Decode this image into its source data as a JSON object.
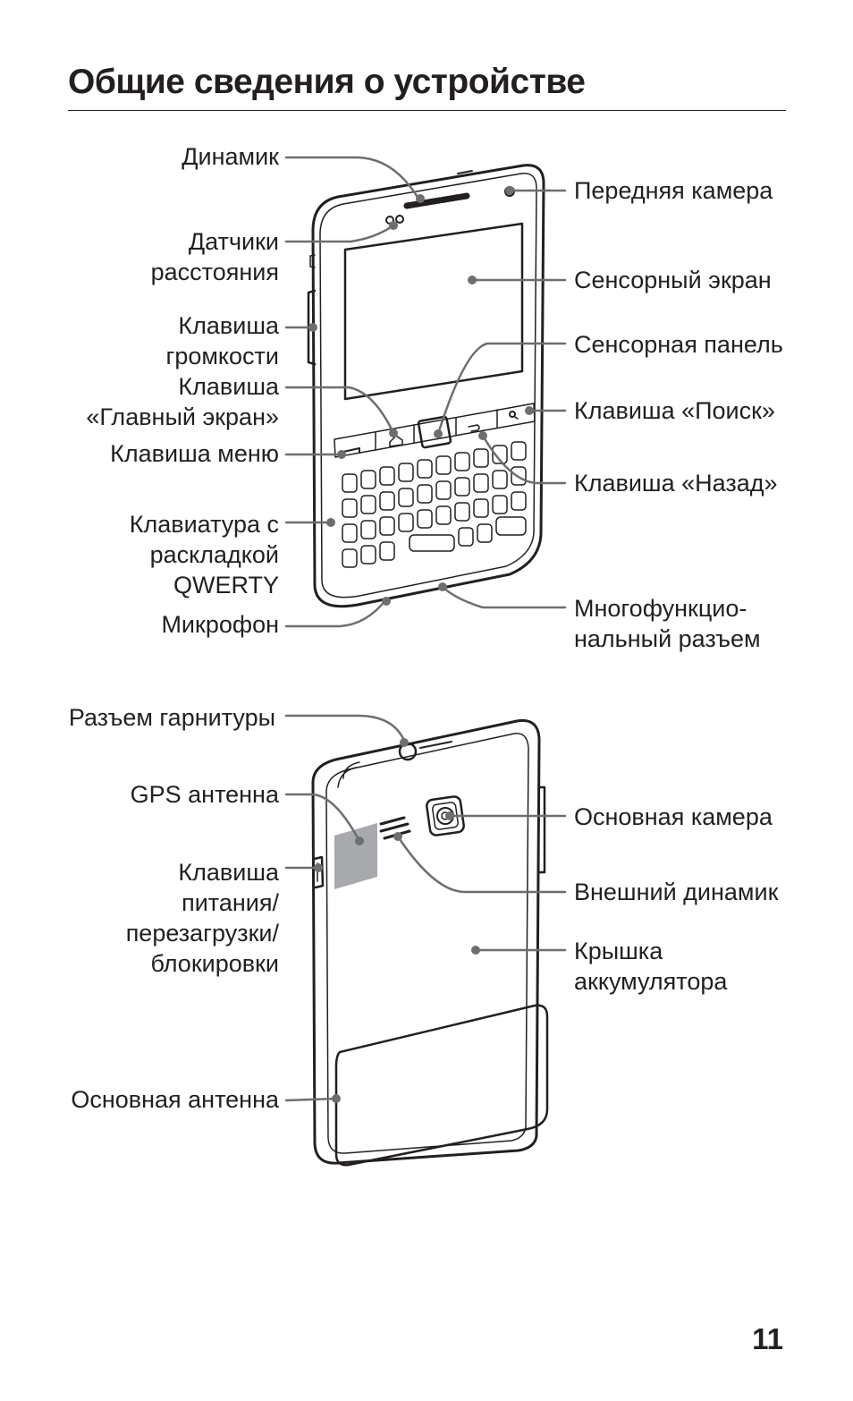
{
  "title": "Общие сведения о устройстве",
  "page_number": "11",
  "front": {
    "speaker": "Динамик",
    "proximity_sensors": [
      "Датчики",
      "расстояния"
    ],
    "volume_key": [
      "Клавиша",
      "громкости"
    ],
    "home_key": [
      "Клавиша",
      "«Главный экран»"
    ],
    "menu_key": "Клавиша меню",
    "qwerty_keyboard": [
      "Клавиатура с",
      "раскладкой",
      "QWERTY"
    ],
    "microphone": "Микрофон",
    "front_camera": "Передняя камера",
    "touch_screen": "Сенсорный экран",
    "touch_pad": "Сенсорная панель",
    "search_key": "Клавиша «Поиск»",
    "back_key": "Клавиша «Назад»",
    "multipurpose_jack": [
      "Многофункцио-",
      "нальный разъем"
    ]
  },
  "back": {
    "headset_jack": "Разъем гарнитуры",
    "gps_antenna": "GPS антенна",
    "power_key": [
      "Клавиша",
      "питания/",
      "перезагрузки/",
      "блокировки"
    ],
    "main_antenna": "Основная антенна",
    "rear_camera": "Основная камера",
    "external_speaker": "Внешний динамик",
    "battery_cover": [
      "Крышка",
      "аккумулятора"
    ]
  }
}
